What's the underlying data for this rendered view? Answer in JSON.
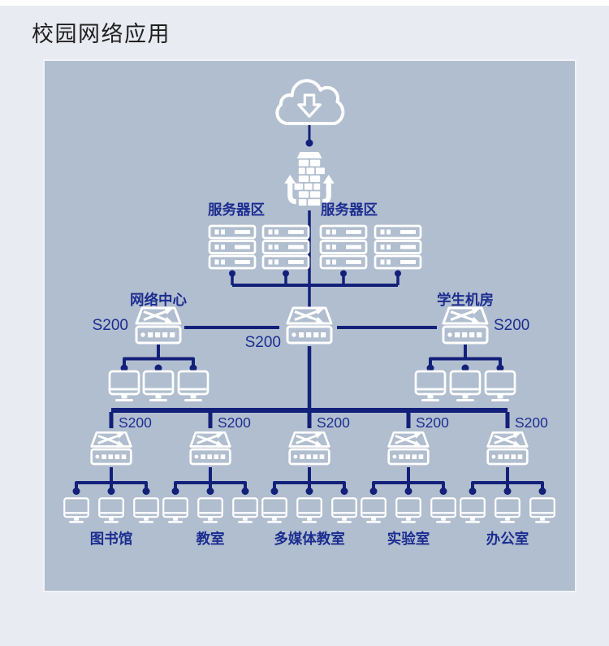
{
  "page": {
    "title": "校园网络应用"
  },
  "colors": {
    "page_bg": "#e9ebf2",
    "panel_bg": "#b1becf",
    "line_navy": "#13207a",
    "label_navy": "#1c2d90",
    "icon_white": "#ffffff",
    "title_text": "#1f1f1f"
  },
  "diagram": {
    "internet": {
      "icon": "cloud-download-icon"
    },
    "gateway": {
      "icon": "firewall-icon"
    },
    "server_areas": [
      {
        "label": "服务器区"
      },
      {
        "label": "服务器区"
      }
    ],
    "core_switch": {
      "model": "S200"
    },
    "left_switch": {
      "name": "网络中心",
      "model": "S200"
    },
    "right_switch": {
      "name": "学生机房",
      "model": "S200"
    },
    "access_switches": [
      {
        "model": "S200",
        "room": "图书馆"
      },
      {
        "model": "S200",
        "room": "教室"
      },
      {
        "model": "S200",
        "room": "多媒体教室"
      },
      {
        "model": "S200",
        "room": "实验室"
      },
      {
        "model": "S200",
        "room": "办公室"
      }
    ]
  }
}
